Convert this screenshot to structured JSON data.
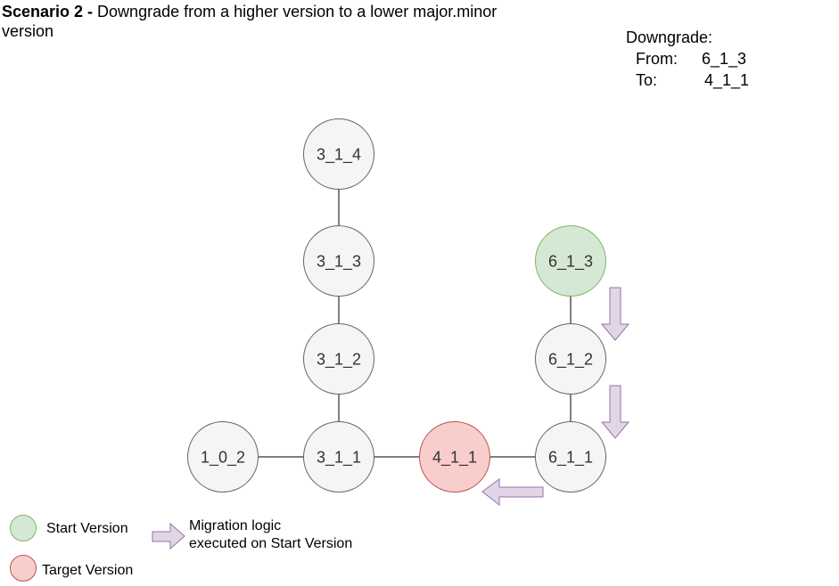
{
  "title": {
    "bold": "Scenario 2 -",
    "text": " Downgrade from a higher version to a lower major.minor version"
  },
  "info": {
    "heading": "Downgrade:",
    "from_label": "From:",
    "from_value": "6_1_3",
    "to_label": "To:",
    "to_value": "4_1_1"
  },
  "nodes": [
    {
      "id": "n314",
      "label": "3_1_4",
      "kind": "default"
    },
    {
      "id": "n313",
      "label": "3_1_3",
      "kind": "default"
    },
    {
      "id": "n312",
      "label": "3_1_2",
      "kind": "default"
    },
    {
      "id": "n311",
      "label": "3_1_1",
      "kind": "default"
    },
    {
      "id": "n102",
      "label": "1_0_2",
      "kind": "default"
    },
    {
      "id": "n411",
      "label": "4_1_1",
      "kind": "target"
    },
    {
      "id": "n613",
      "label": "6_1_3",
      "kind": "start"
    },
    {
      "id": "n612",
      "label": "6_1_2",
      "kind": "default"
    },
    {
      "id": "n611",
      "label": "6_1_1",
      "kind": "default"
    }
  ],
  "edges": [
    [
      "n314",
      "n313"
    ],
    [
      "n313",
      "n312"
    ],
    [
      "n312",
      "n311"
    ],
    [
      "n102",
      "n311"
    ],
    [
      "n311",
      "n411"
    ],
    [
      "n411",
      "n611"
    ],
    [
      "n611",
      "n612"
    ],
    [
      "n612",
      "n613"
    ]
  ],
  "colors": {
    "default_fill": "#f5f5f5",
    "default_stroke": "#666666",
    "start_fill": "#d5e8d4",
    "start_stroke": "#82b366",
    "target_fill": "#f8cecc",
    "target_stroke": "#b85450",
    "arrow_fill": "#e1d5e7",
    "arrow_stroke": "#9673a6"
  },
  "legend": {
    "start": "Start Version",
    "target": "Target Version",
    "migration_line1": "Migration logic",
    "migration_line2": "executed on Start Version"
  }
}
